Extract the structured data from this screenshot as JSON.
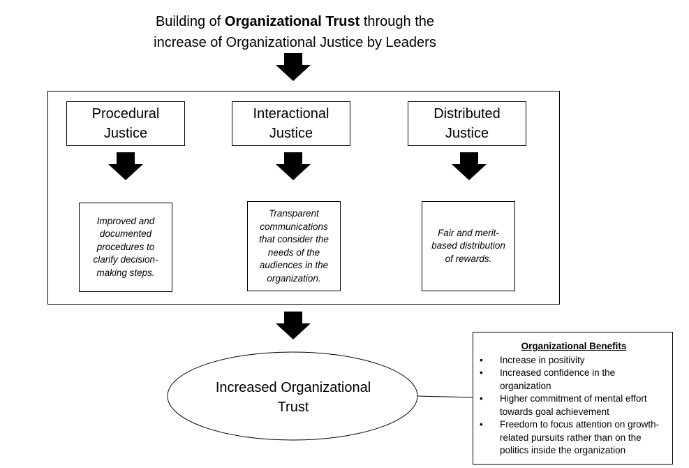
{
  "title": {
    "pre": "Building of ",
    "bold": "Organizational Trust",
    "post": " through the",
    "line2": "increase of Organizational Justice by Leaders"
  },
  "justice": [
    {
      "line1": "Procedural",
      "line2": "Justice",
      "desc": "Improved and documented procedures to clarify decision-making steps."
    },
    {
      "line1": "Interactional",
      "line2": "Justice",
      "desc": "Transparent communications that consider the needs of the audiences in the organization."
    },
    {
      "line1": "Distributed",
      "line2": "Justice",
      "desc": "Fair and merit-based distribution of rewards."
    }
  ],
  "outcome": {
    "line1": "Increased Organizational",
    "line2": "Trust"
  },
  "benefits": {
    "heading": "Organizational Benefits",
    "bullet": "•",
    "items": [
      "Increase in positivity",
      "Increased confidence in the organization",
      "Higher commitment of mental effort towards goal achievement",
      "Freedom to focus attention on growth-related pursuits rather than on the politics inside the organization"
    ]
  }
}
